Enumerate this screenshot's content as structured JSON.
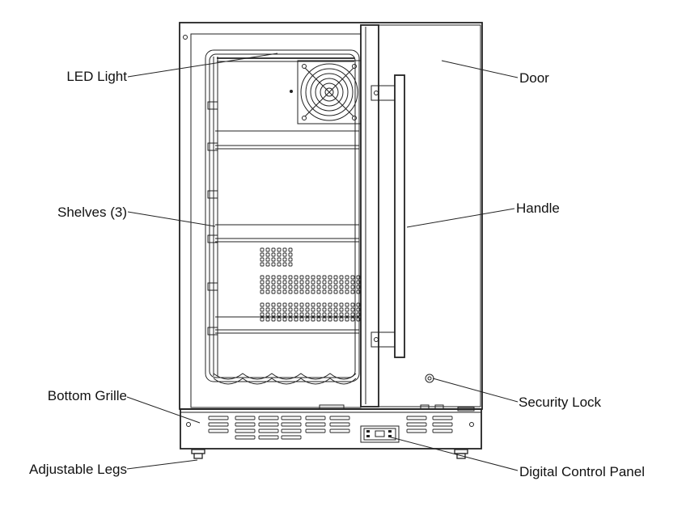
{
  "labels": {
    "led_light": "LED Light",
    "shelves": "Shelves (3)",
    "bottom_grille": "Bottom Grille",
    "adjustable_legs": "Adjustable Legs",
    "door": "Door",
    "handle": "Handle",
    "security_lock": "Security Lock",
    "digital_control_panel": "Digital Control Panel"
  },
  "colors": {
    "line": "#222222",
    "background": "#ffffff"
  },
  "icons": {
    "fan": "fan-icon",
    "lock": "security-lock-icon",
    "control": "control-panel-icon"
  }
}
